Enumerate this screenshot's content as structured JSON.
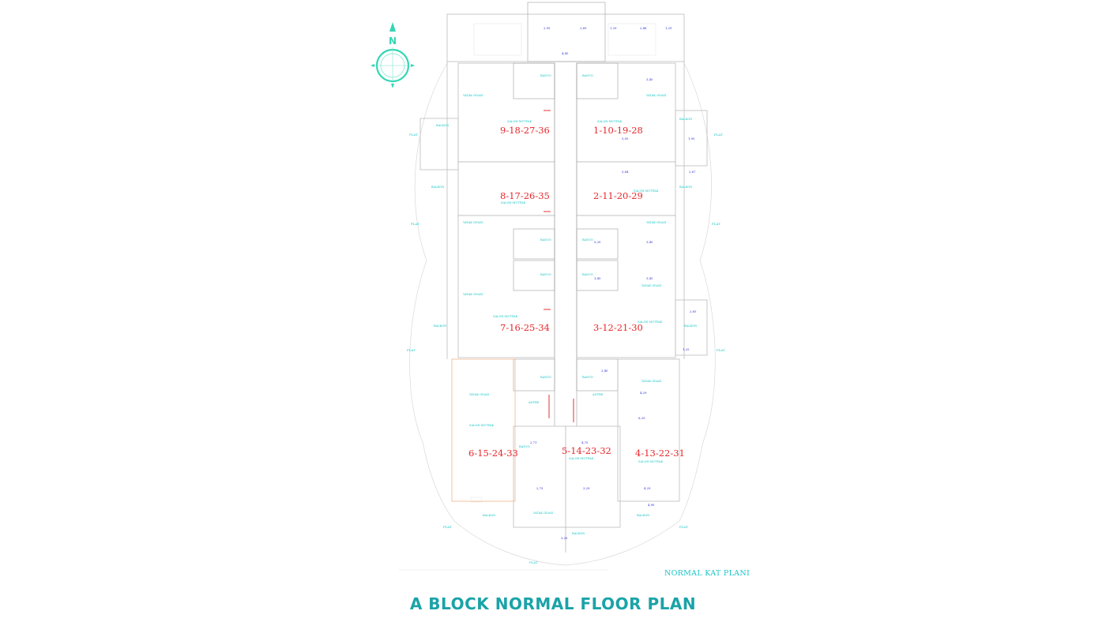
{
  "title": "A BLOCK NORMAL FLOOR PLAN",
  "plan_caption": "NORMAL KAT PLANI",
  "compass": {
    "letter": "N",
    "icon": "north-arrow-icon"
  },
  "colors": {
    "unit_label": "#e8262a",
    "room_text": "#19c6c6",
    "dimension_text": "#2d2dd8",
    "title": "#1aa3a8",
    "compass": "#33d6b3"
  },
  "units": {
    "u1": "9-18-27-36",
    "u2": "1-10-19-28",
    "u3": "8-17-26-35",
    "u4": "2-11-20-29",
    "u5": "7-16-25-34",
    "u6": "3-12-21-30",
    "u7": "6-15-24-33",
    "u8": "5-14-23-32",
    "u9": "4-13-22-31"
  },
  "room_labels": {
    "yatak_odasi": "YATAK ODASI",
    "salon": "SALON-MUTFAK",
    "balkon": "BALKON",
    "banyo": "BANYO",
    "antre": "ANTRE",
    "flat": "FLAT"
  },
  "dimensions": [
    "2,95",
    "2,69",
    "1,29",
    "2,46",
    "1,29",
    "4,45",
    "3,45",
    "5,05",
    "1,95",
    "5,64",
    "2,67",
    "5,20",
    "3,45",
    "3,45",
    "3,45",
    "2,40",
    "4,29",
    "6,29",
    "2,71",
    "4,75",
    "3,29",
    "2,75",
    "4,29",
    "4,90",
    "1,25",
    "2,65",
    "3,20"
  ]
}
